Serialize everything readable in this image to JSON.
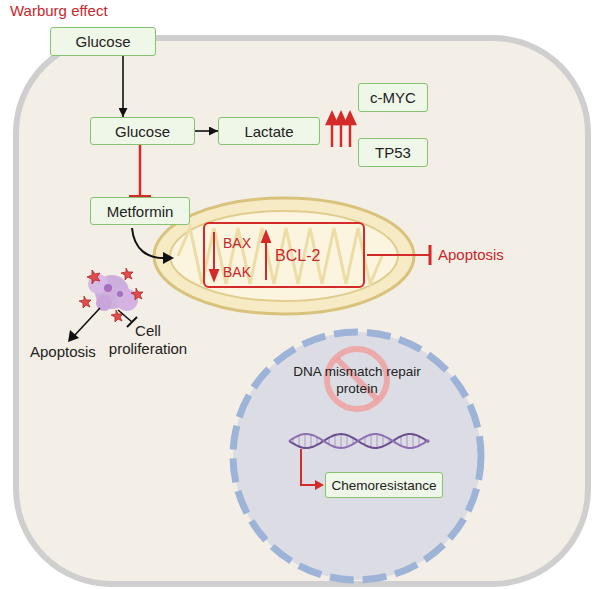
{
  "diagram": {
    "title": "Warburg effect",
    "nodes": [
      {
        "text": [
          "Glucose"
        ]
      },
      {
        "text": [
          "Glucose"
        ]
      },
      {
        "text": [
          "Lactate"
        ]
      },
      {
        "text": [
          "c-MYC"
        ]
      },
      {
        "text": [
          "TP53"
        ]
      },
      {
        "text": [
          "Metformin"
        ]
      },
      {
        "text": [
          "BAX BAK",
          "BCL-2"
        ]
      },
      {
        "text": [
          "DNA mismatch repair protein"
        ]
      },
      {
        "text": [
          "Chemoresistance"
        ],
        "in": 7
      }
    ],
    "edges": [
      {
        "from": 0,
        "to": 1,
        "arrow": "to"
      },
      {
        "from": 1,
        "to": 2,
        "arrow": "to"
      },
      {
        "from": 1,
        "to": 5,
        "arrow": "to"
      }
    ],
    "labels": [
      "Apoptosis",
      "Apoptosis",
      "Cell proliferation"
    ]
  }
}
